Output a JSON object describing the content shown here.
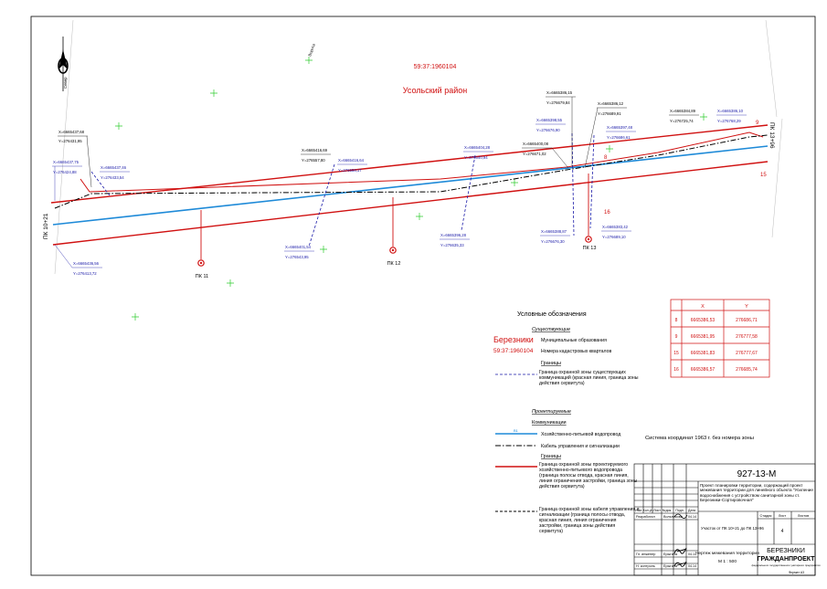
{
  "map": {
    "cadastral_number": "59:37:1960104",
    "district": "Усольский район",
    "north_arrow_text": "Север",
    "gate_label": "Ворота",
    "pk_left": "ПК 10+21",
    "pk_right": "ПК 13+96",
    "pickets": [
      "ПК 11",
      "ПК 12",
      "ПК 13"
    ],
    "points": {
      "p8": "8",
      "p9": "9",
      "p15": "15",
      "p16": "16"
    },
    "coords": [
      {
        "x": "X=6665437,68",
        "y": "Y=276431,95",
        "color": "black"
      },
      {
        "x": "X=6665437,75",
        "y": "Y=276424,88",
        "color": "blue"
      },
      {
        "x": "X=6665437,46",
        "y": "Y=276433,54",
        "color": "blue"
      },
      {
        "x": "X=6665436,56",
        "y": "Y=276413,72",
        "color": "blue"
      },
      {
        "x": "X=6665416,69",
        "y": "Y=276557,80",
        "color": "black"
      },
      {
        "x": "X=6665416,64",
        "y": "Y=276558,17",
        "color": "blue"
      },
      {
        "x": "X=6665401,54",
        "y": "Y=276543,95",
        "color": "blue"
      },
      {
        "x": "X=6665404,28",
        "y": "Y=276640,94",
        "color": "blue"
      },
      {
        "x": "X=6665396,28",
        "y": "Y=276635,33",
        "color": "blue"
      },
      {
        "x": "X=6665400,08",
        "y": "Y=276671,02",
        "color": "black"
      },
      {
        "x": "X=6665386,15",
        "y": "Y=276679,84",
        "color": "black"
      },
      {
        "x": "X=6665398,55",
        "y": "Y=276676,90",
        "color": "blue"
      },
      {
        "x": "X=6665386,12",
        "y": "Y=276689,91",
        "color": "black"
      },
      {
        "x": "X=6665397,48",
        "y": "Y=276686,61",
        "color": "blue"
      },
      {
        "x": "X=6665384,89",
        "y": "Y=276725,74",
        "color": "black"
      },
      {
        "x": "X=6665386,10",
        "y": "Y=276768,29",
        "color": "blue"
      },
      {
        "x": "X=6665388,87",
        "y": "Y=276676,30",
        "color": "blue"
      },
      {
        "x": "X=6665383,42",
        "y": "Y=276689,10",
        "color": "blue"
      }
    ]
  },
  "coord_table": {
    "headers": [
      "",
      "X",
      "Y"
    ],
    "rows": [
      [
        "8",
        "6665386,53",
        "276686,71"
      ],
      [
        "9",
        "6665381,95",
        "276777,58"
      ],
      [
        "15",
        "6665381,83",
        "276777,67"
      ],
      [
        "16",
        "6665386,57",
        "276685,74"
      ]
    ]
  },
  "legend": {
    "title": "Условные обозначения",
    "existing": "Существующие",
    "munic_sample": "Березники",
    "munic_text": "Муниципальные образования",
    "cadastral_sample": "59:37:1960104",
    "cadastral_text": "Номера кадастровых кварталов",
    "borders": "Границы",
    "existing_zone_text": "Граница охранной зоны существующих коммуникаций (красная линия, граница зоны действия сервитута)",
    "projected": "Проектируемые",
    "communications": "Коммуникации",
    "water_line_code": "В1",
    "water_line_text": "Хозяйственно-питьевой водопровод",
    "cable_text": "Кабель управления и сигнализации",
    "borders2": "Границы",
    "water_zone_text": "Граница охранной зоны проектируемого хозяйственно-питьевого водопровода (граница полосы отвода, красная линия, линия ограничения застройки, граница зоны действия сервитута)",
    "cable_zone_text": "Граница охранной зоны кабеля управления и сигнализации (граница полосы отвода, красная линия, линия ограничения застройки, граница зоны действия сервитута)"
  },
  "system_note": "Система координат 1963 г. без номера зоны",
  "title_block": {
    "code": "927-13-М",
    "project_text": "Проект планировки территории, содержащий проект межевания территории для линейного объекта \"Усиление водоснабжения с устройством санитарной зоны ст. Березники-Сортировочная\"",
    "header_cells": [
      "Изм.",
      "Кол.уч",
      "Лист",
      "№док.",
      "Подп.",
      "Дата"
    ],
    "role1": "Разработал",
    "name1": "Вольникова",
    "date1": "04.14",
    "role2": "Гл. инженер",
    "name2": "Ерыгина",
    "date2": "04.14",
    "role3": "Н. контроль",
    "name3": "Ерыгина",
    "date3": "04.14",
    "stage_h": "Стадия",
    "sheet_h": "Лист",
    "sheets_h": "Листов",
    "sheet_value": "4",
    "section_text": "Участок от ПК 10+21 до ПК 13+96",
    "drawing_name": "Чертеж межевания территории",
    "scale": "М 1 : 500",
    "org1": "БЕРЕЗНИКИ",
    "org2": "ГРАЖДАНПРОЕКТ",
    "org3": "федерального государственного унитарного предприятия",
    "format": "Формат А3"
  },
  "colors": {
    "red": "#d01010",
    "blue": "#1e8ad8",
    "text_blue": "#1a1aa8",
    "cross_green": "#2fcc2f"
  }
}
